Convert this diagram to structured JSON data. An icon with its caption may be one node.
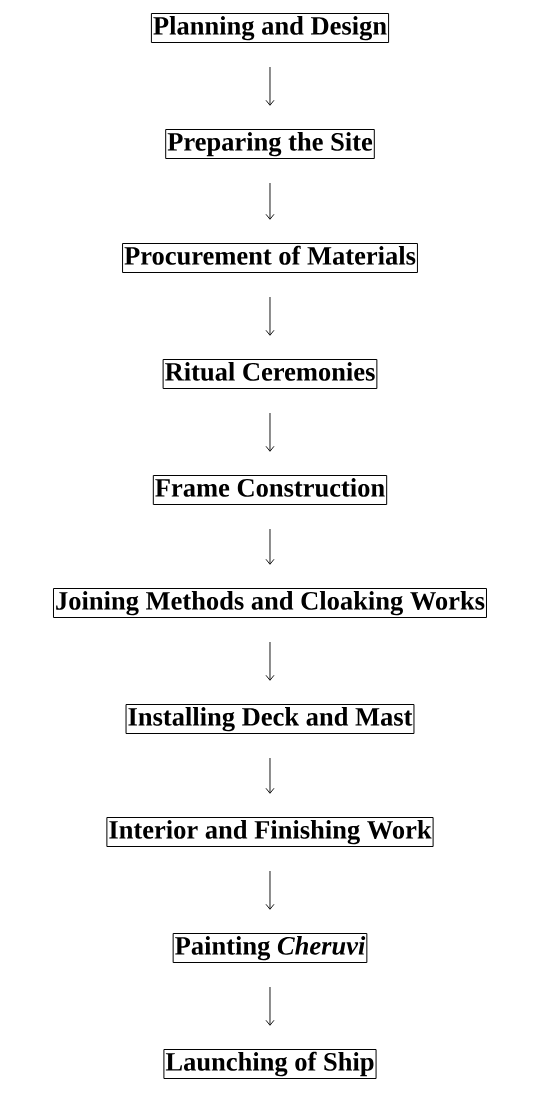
{
  "diagram": {
    "nodes": [
      {
        "text": [
          "Planning and Design"
        ]
      },
      {
        "text": [
          "Preparing the Site"
        ]
      },
      {
        "text": [
          "Procurement of Materials"
        ]
      },
      {
        "text": [
          "Ritual Ceremonies"
        ]
      },
      {
        "text": [
          "Frame Construction"
        ]
      },
      {
        "text": [
          "Joining Methods and Cloaking Works"
        ]
      },
      {
        "text": [
          "Installing Deck and Mast"
        ]
      },
      {
        "text": [
          "Interior and Finishing Work"
        ]
      },
      {
        "text": [
          "Painting *Cheruvi*"
        ]
      },
      {
        "text": [
          "Launching of Ship"
        ]
      }
    ],
    "edges": [
      {
        "from": 0,
        "to": 1,
        "arrow": "to"
      },
      {
        "from": 1,
        "to": 2,
        "arrow": "to"
      },
      {
        "from": 2,
        "to": 3,
        "arrow": "to"
      },
      {
        "from": 3,
        "to": 4,
        "arrow": "to"
      },
      {
        "from": 4,
        "to": 5,
        "arrow": "to"
      },
      {
        "from": 5,
        "to": 6,
        "arrow": "to"
      },
      {
        "from": 6,
        "to": 7,
        "arrow": "to"
      },
      {
        "from": 7,
        "to": 8,
        "arrow": "to"
      },
      {
        "from": 8,
        "to": 9,
        "arrow": "to"
      }
    ]
  }
}
